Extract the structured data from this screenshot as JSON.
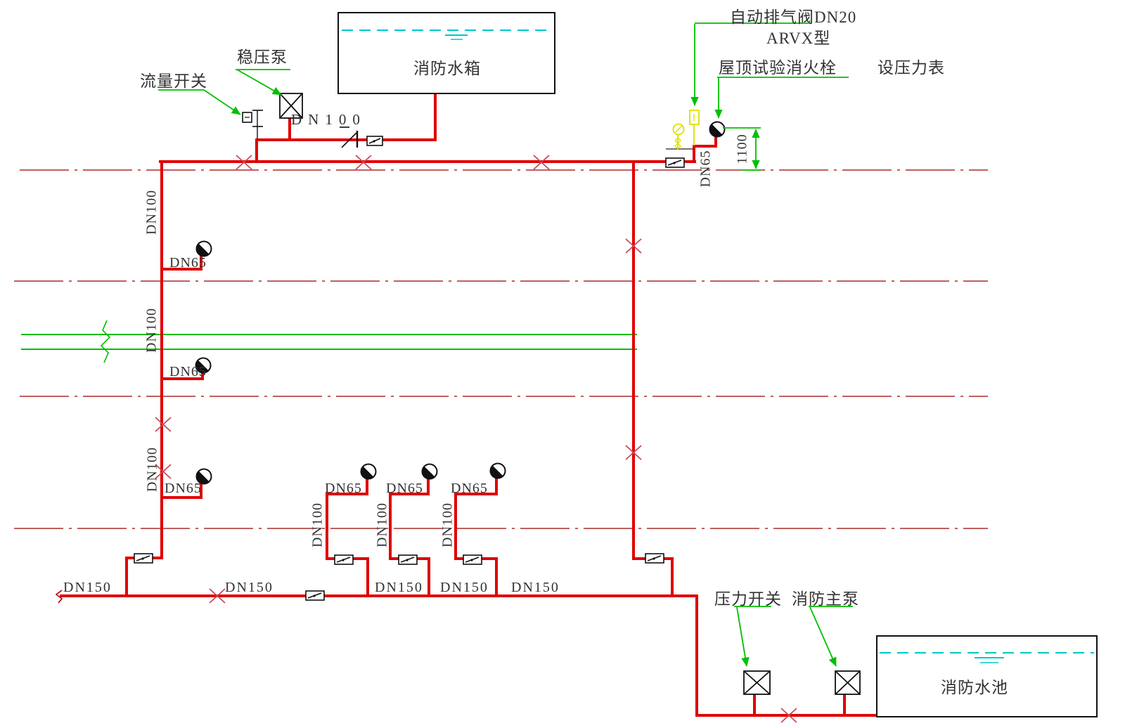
{
  "diagram": {
    "type": "fire-protection-hydrant-riser-diagram",
    "labels": {
      "flow_switch": "流量开关",
      "stab_pump": "稳压泵",
      "fire_tank": "消防水箱",
      "air_valve_1": "自动排气阀DN20",
      "air_valve_2": "ARVX型",
      "roof_hydrant": "屋顶试验消火栓",
      "gauge_note": "设压力表",
      "pressure_switch": "压力开关",
      "main_pump": "消防主泵",
      "fire_pool": "消防水池",
      "dim_1100": "1100",
      "dn100": "DN100",
      "dn65": "DN65",
      "dn150": "DN150"
    },
    "colors": {
      "pipe_red": "#df0101",
      "floor_line_red": "#990000",
      "valve_mark_red": "#c84a5a",
      "annotation_green": "#00c000",
      "instrument_yellow": "#dede00",
      "water_cyan": "#00c8c8",
      "symbol_black": "#111111",
      "text": "#333333"
    },
    "symbols": {
      "x-mark": "gate-valve",
      "box-with-diagonal": "signal-butterfly-valve",
      "half-filled-circle": "fire-hydrant",
      "box-with-x": "pump",
      "circle-with-needle": "pressure-gauge",
      "yellow-rect": "automatic-air-release-valve",
      "small-box-on-stem": "flow-switch",
      "slash-with-bar": "check-valve"
    }
  }
}
